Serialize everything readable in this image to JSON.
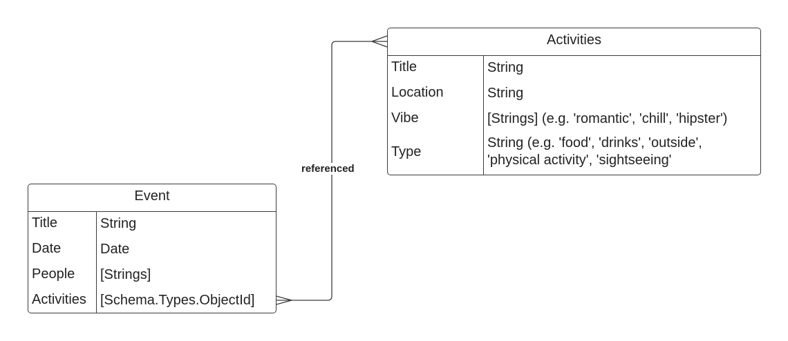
{
  "entities": {
    "activities": {
      "title": "Activities",
      "fields": [
        {
          "name": "Title",
          "type": "String"
        },
        {
          "name": "Location",
          "type": "String"
        },
        {
          "name": "Vibe",
          "type": "[Strings] (e.g. 'romantic', 'chill', 'hipster')"
        },
        {
          "name": "Type",
          "type": "String (e.g. 'food', 'drinks', 'outside',\n'physical activity', 'sightseeing'"
        }
      ]
    },
    "event": {
      "title": "Event",
      "fields": [
        {
          "name": "Title",
          "type": "String"
        },
        {
          "name": "Date",
          "type": "Date"
        },
        {
          "name": "People",
          "type": "[Strings]"
        },
        {
          "name": "Activities",
          "type": "[Schema.Types.ObjectId]"
        }
      ]
    }
  },
  "relationship": {
    "label": "referenced",
    "from": "Event.Activities",
    "to": "Activities",
    "cardinality_from": "many",
    "cardinality_to": "many"
  }
}
